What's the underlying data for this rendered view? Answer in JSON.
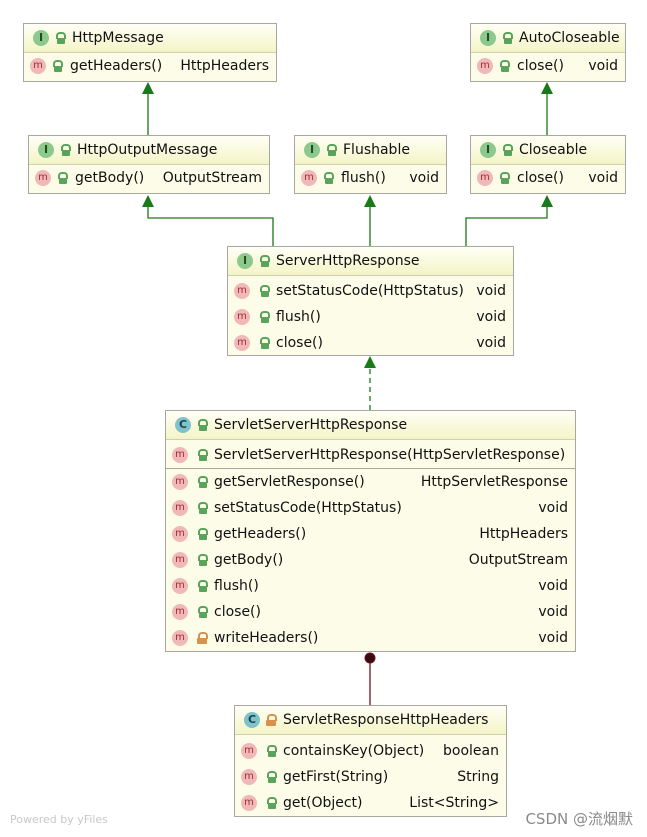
{
  "icons": {
    "interface": "I",
    "class": "C",
    "method": "m"
  },
  "boxes": {
    "httpMessage": {
      "title": "HttpMessage",
      "kind": "I",
      "methods": [
        {
          "name": "getHeaders()",
          "ret": "HttpHeaders"
        }
      ]
    },
    "autoCloseable": {
      "title": "AutoCloseable",
      "kind": "I",
      "methods": [
        {
          "name": "close()",
          "ret": "void"
        }
      ]
    },
    "httpOutputMessage": {
      "title": "HttpOutputMessage",
      "kind": "I",
      "methods": [
        {
          "name": "getBody()",
          "ret": "OutputStream"
        }
      ]
    },
    "flushable": {
      "title": "Flushable",
      "kind": "I",
      "methods": [
        {
          "name": "flush()",
          "ret": "void"
        }
      ]
    },
    "closeable": {
      "title": "Closeable",
      "kind": "I",
      "methods": [
        {
          "name": "close()",
          "ret": "void"
        }
      ]
    },
    "serverHttpResponse": {
      "title": "ServerHttpResponse",
      "kind": "I",
      "methods": [
        {
          "name": "setStatusCode(HttpStatus)",
          "ret": "void"
        },
        {
          "name": "flush()",
          "ret": "void"
        },
        {
          "name": "close()",
          "ret": "void"
        }
      ]
    },
    "servletServerHttpResponse": {
      "title": "ServletServerHttpResponse",
      "kind": "C",
      "constructor": "ServletServerHttpResponse(HttpServletResponse)",
      "methods": [
        {
          "name": "getServletResponse()",
          "ret": "HttpServletResponse"
        },
        {
          "name": "setStatusCode(HttpStatus)",
          "ret": "void"
        },
        {
          "name": "getHeaders()",
          "ret": "HttpHeaders"
        },
        {
          "name": "getBody()",
          "ret": "OutputStream"
        },
        {
          "name": "flush()",
          "ret": "void"
        },
        {
          "name": "close()",
          "ret": "void"
        },
        {
          "name": "writeHeaders()",
          "ret": "void"
        }
      ]
    },
    "servletResponseHttpHeaders": {
      "title": "ServletResponseHttpHeaders",
      "kind": "C",
      "methods": [
        {
          "name": "containsKey(Object)",
          "ret": "boolean"
        },
        {
          "name": "getFirst(String)",
          "ret": "String"
        },
        {
          "name": "get(Object)",
          "ret": "List<String>"
        }
      ]
    }
  },
  "colors": {
    "inheritance": "#1a7a1a",
    "composition": "#6e1020"
  },
  "footer": "Powered by yFiles",
  "watermark": "CSDN @流烟默"
}
